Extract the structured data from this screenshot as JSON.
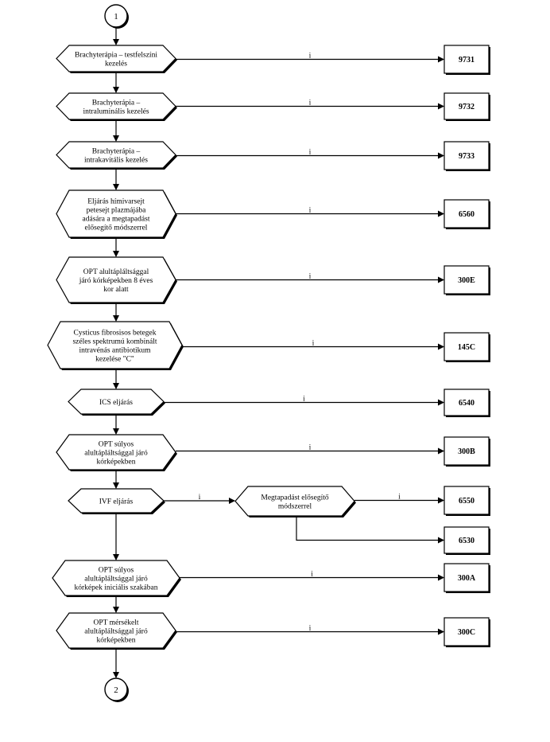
{
  "flowchart": {
    "start_connector": "1",
    "end_connector": "2",
    "yes_label": "i",
    "decisions": [
      {
        "id": "d1",
        "lines": [
          "Brachyterápia – testfelszíni",
          "kezelés"
        ],
        "code": "9731"
      },
      {
        "id": "d2",
        "lines": [
          "Brachyterápia –",
          "intraluminális kezelés"
        ],
        "code": "9732"
      },
      {
        "id": "d3",
        "lines": [
          "Brachyterápia –",
          "intrakavitális kezelés"
        ],
        "code": "9733"
      },
      {
        "id": "d4",
        "lines": [
          "Eljárás hímivarsejt",
          "petesejt plazmájába",
          "adására a megtapadást",
          "elősegítő módszerrel"
        ],
        "code": "6560"
      },
      {
        "id": "d5",
        "lines": [
          "OPT alultápláltsággal",
          "járó kórképekben 8 éves",
          "kor alatt"
        ],
        "code": "300E"
      },
      {
        "id": "d6",
        "lines": [
          "Cysticus fibrosisos betegek",
          "széles spektrumú kombinált",
          "intravénás antibiotikum",
          "kezelése \"C\""
        ],
        "code": "145C"
      },
      {
        "id": "d7",
        "lines": [
          "ICS eljárás"
        ],
        "code": "6540"
      },
      {
        "id": "d8",
        "lines": [
          "OPT súlyos",
          "alultápláltsággal járó",
          "kórképekben"
        ],
        "code": "300B"
      },
      {
        "id": "d9",
        "lines": [
          "IVF eljárás"
        ],
        "code": null
      },
      {
        "id": "d9b",
        "lines": [
          "Megtapadást elősegítő",
          "módszerrel"
        ],
        "code": "6550",
        "else_code": "6530"
      },
      {
        "id": "d10",
        "lines": [
          "OPT súlyos",
          "alultápláltsággal járó",
          "kórképek iniciális szakában"
        ],
        "code": "300A"
      },
      {
        "id": "d11",
        "lines": [
          "OPT mérsékelt",
          "alultápláltsággal járó",
          "kórképekben"
        ],
        "code": "300C"
      }
    ]
  }
}
